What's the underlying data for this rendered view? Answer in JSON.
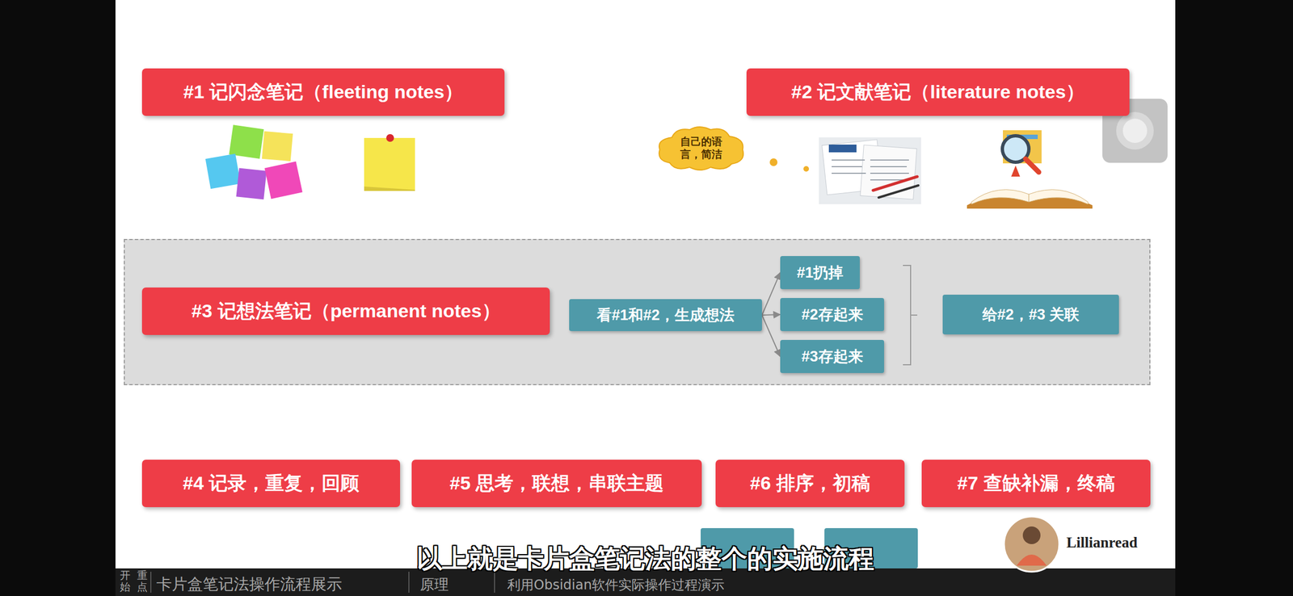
{
  "diagram": {
    "nodes": [
      {
        "text": [
          "#1 记闪念笔记（fleeting notes）"
        ]
      },
      {
        "text": [
          "#2 记文献笔记（literature notes）"
        ]
      },
      {
        "text": [
          "自己的语言，简洁"
        ]
      },
      {
        "text": [
          "#3 记想法笔记（permanent notes）"
        ]
      },
      {
        "text": [
          "看#1和#2，生成想法"
        ]
      },
      {
        "text": [
          "#1扔掉"
        ]
      },
      {
        "text": [
          "#2存起来"
        ]
      },
      {
        "text": [
          "#3存起来"
        ]
      },
      {
        "text": [
          "给#2，#3 关联"
        ]
      },
      {
        "text": [
          "#4 记录，重复，回顾"
        ]
      },
      {
        "text": [
          "#5 思考，联想，串联主题"
        ]
      },
      {
        "text": [
          "#6 排序，初稿"
        ]
      },
      {
        "text": [
          "#7 查缺补漏，终稿"
        ]
      }
    ],
    "edges": [
      {
        "from": 4,
        "to": 5,
        "arrow": "to"
      },
      {
        "from": 4,
        "to": 6,
        "arrow": "to"
      },
      {
        "from": 4,
        "to": 7,
        "arrow": "to"
      }
    ],
    "labels": [
      "以上就是卡片盒笔记法的整个的实施流程",
      "Lillianread",
      "开始",
      "重点",
      "卡片盒笔记法操作流程展示",
      "原理",
      "利用Obsidian软件实际操作过程演示"
    ]
  }
}
